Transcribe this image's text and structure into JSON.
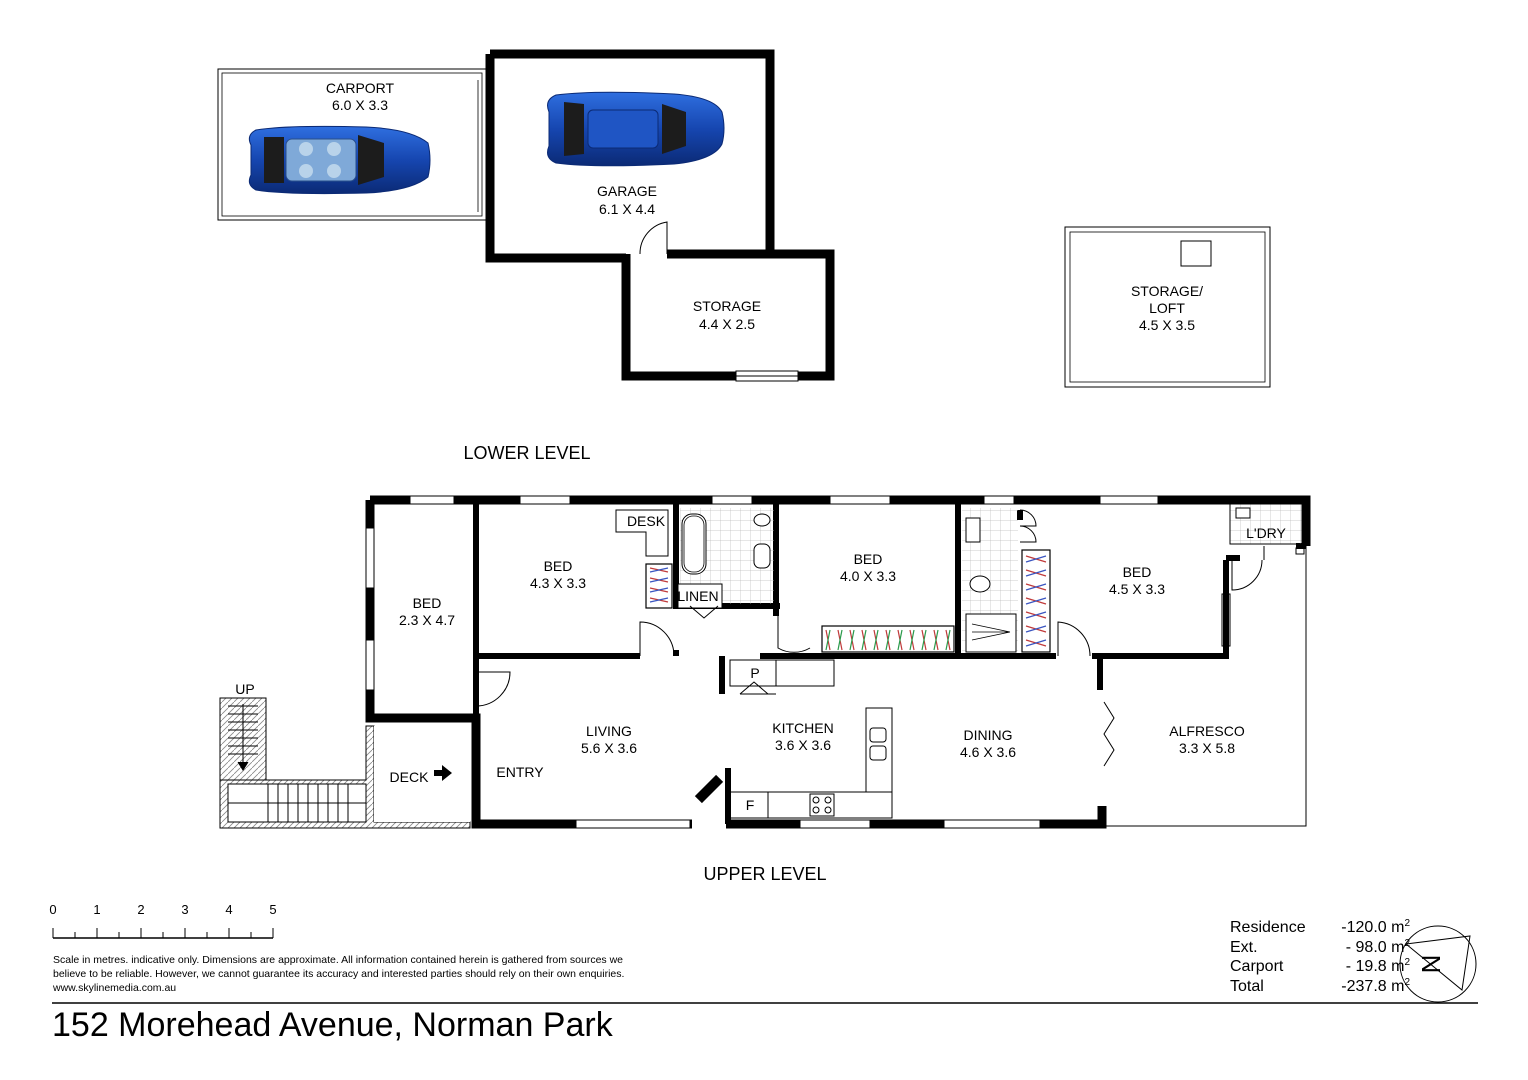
{
  "lower_level": {
    "title": "LOWER LEVEL",
    "rooms": [
      {
        "id": "carport",
        "name": "CARPORT",
        "dims": "6.0 X 3.3"
      },
      {
        "id": "garage",
        "name": "GARAGE",
        "dims": "6.1 X 4.4"
      },
      {
        "id": "storage",
        "name": "STORAGE",
        "dims": "4.4 X 2.5"
      },
      {
        "id": "loft",
        "name": "STORAGE/",
        "name2": "LOFT",
        "dims": "4.5 X 3.5"
      }
    ]
  },
  "upper_level": {
    "title": "UPPER LEVEL",
    "rooms": [
      {
        "id": "bed1",
        "name": "BED",
        "dims": "2.3 X 4.7"
      },
      {
        "id": "bed2",
        "name": "BED",
        "dims": "4.3 X 3.3"
      },
      {
        "id": "bed3",
        "name": "BED",
        "dims": "4.0 X 3.3"
      },
      {
        "id": "bed4",
        "name": "BED",
        "dims": "4.5 X 3.3"
      },
      {
        "id": "living",
        "name": "LIVING",
        "dims": "5.6 X 3.6"
      },
      {
        "id": "kitchen",
        "name": "KITCHEN",
        "dims": "3.6 X 3.6"
      },
      {
        "id": "dining",
        "name": "DINING",
        "dims": "4.6 X 3.6"
      },
      {
        "id": "alfresco",
        "name": "ALFRESCO",
        "dims": "3.3 X 5.8"
      }
    ],
    "labels": {
      "desk": "DESK",
      "linen": "LINEN",
      "laundry": "L'DRY",
      "pantry": "P",
      "fridge": "F",
      "entry": "ENTRY",
      "deck": "DECK",
      "up": "UP"
    }
  },
  "scale": {
    "ticks": [
      "0",
      "1",
      "2",
      "3",
      "4",
      "5"
    ]
  },
  "disclaimer": [
    "Scale in metres. indicative only. Dimensions are approximate. All information contained herein is gathered from sources we",
    "believe to be reliable. However, we cannot guarantee its accuracy and interested parties should rely on their own enquiries.",
    "www.skylinemedia.com.au"
  ],
  "areas": [
    {
      "name": "Residence",
      "value": "-120.0 m",
      "sup": "2"
    },
    {
      "name": "Ext.",
      "value": "-  98.0 m",
      "sup": "2"
    },
    {
      "name": "Carport",
      "value": "-  19.8 m",
      "sup": "2"
    },
    {
      "name": "Total",
      "value": "-237.8 m",
      "sup": "2"
    }
  ],
  "compass": {
    "letter": "N"
  },
  "address": "152 Morehead Avenue, Norman Park",
  "colors": {
    "car_body": "#1a4fb5",
    "car_dark": "#0d2e7a",
    "wall": "#000000"
  }
}
